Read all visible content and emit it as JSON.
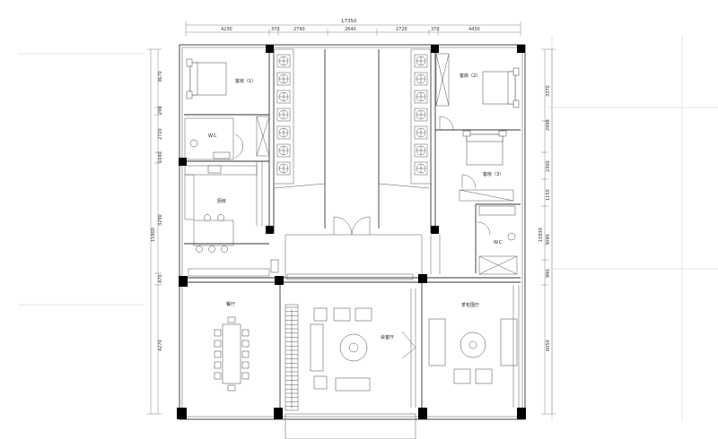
{
  "plan": {
    "total_width": "17350",
    "top_dims": [
      "4230",
      "370",
      "2790",
      "2640",
      "2720",
      "370",
      "4430"
    ],
    "left_dims": [
      "3670",
      "290",
      "2720",
      "1040",
      "3290",
      "470",
      "4270"
    ],
    "left_total": "15900",
    "right_dims": [
      "3370",
      "2990",
      "2300",
      "1150",
      "3090",
      "990",
      "6050"
    ],
    "right_total": "15930",
    "rooms": {
      "guest_bedroom_1": "客房（1）",
      "guest_bedroom_2": "客房（2）",
      "guest_bedroom_3": "客房（3）",
      "wc_left": "W.C",
      "wc_right": "W.C",
      "kitchen": "厨房",
      "dining": "餐厅",
      "meeting_hall": "会客厅",
      "tea_room": "茶包围厅"
    },
    "colors": {
      "line": "#333333",
      "column": "#000000",
      "background": "#ffffff"
    }
  }
}
